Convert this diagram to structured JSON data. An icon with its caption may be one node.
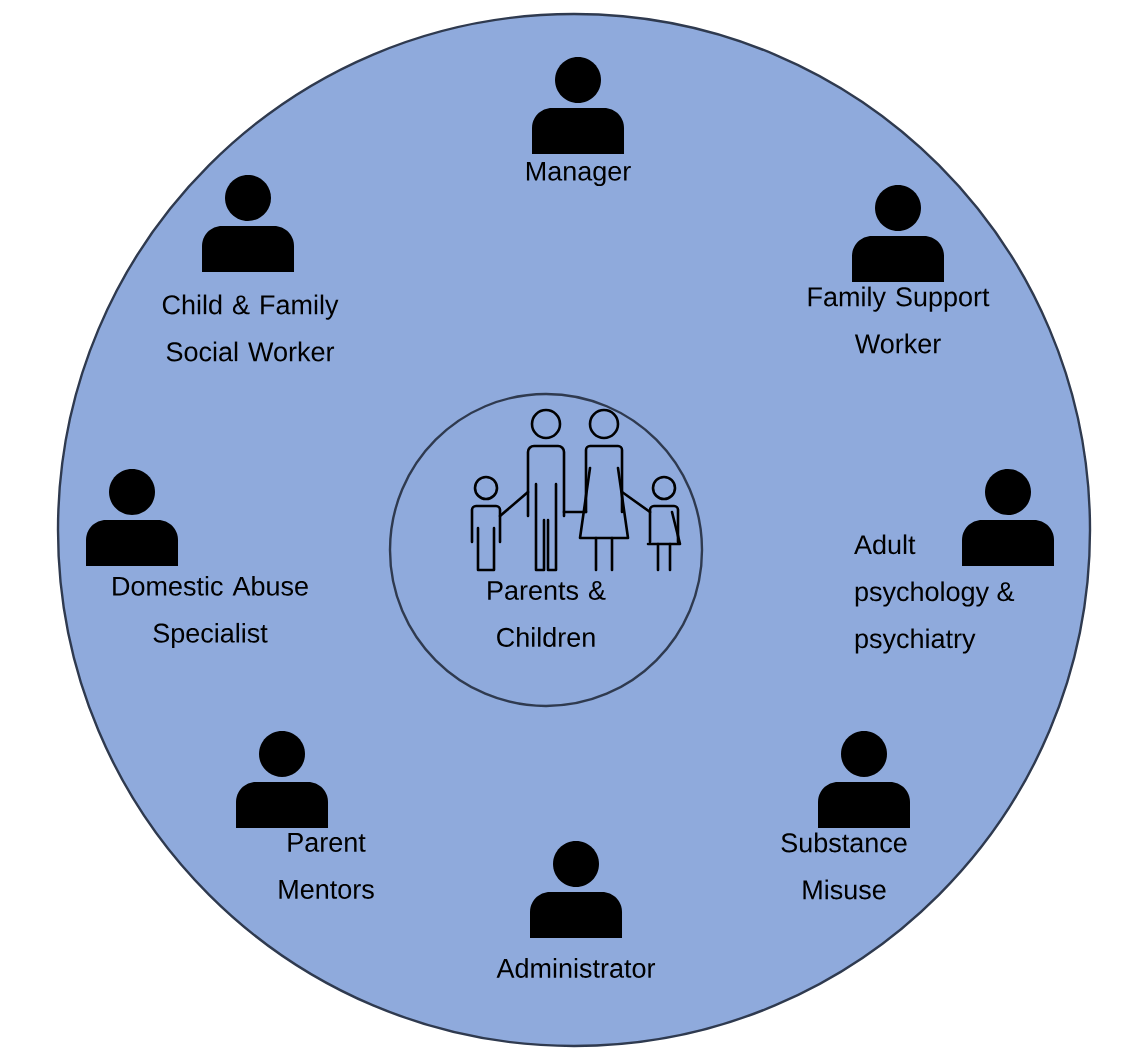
{
  "diagram": {
    "nodes": [
      {
        "text": [],
        "shape": "circle"
      },
      {
        "text": [
          "Parents & Children"
        ],
        "in": 0
      }
    ],
    "labels": [
      "Manager",
      "Child & Family Social Worker",
      "Family Support Worker",
      "Adult psychology & psychiatry",
      "Domestic Abuse Specialist",
      "Parent Mentors",
      "Substance Misuse",
      "Administrator"
    ]
  }
}
